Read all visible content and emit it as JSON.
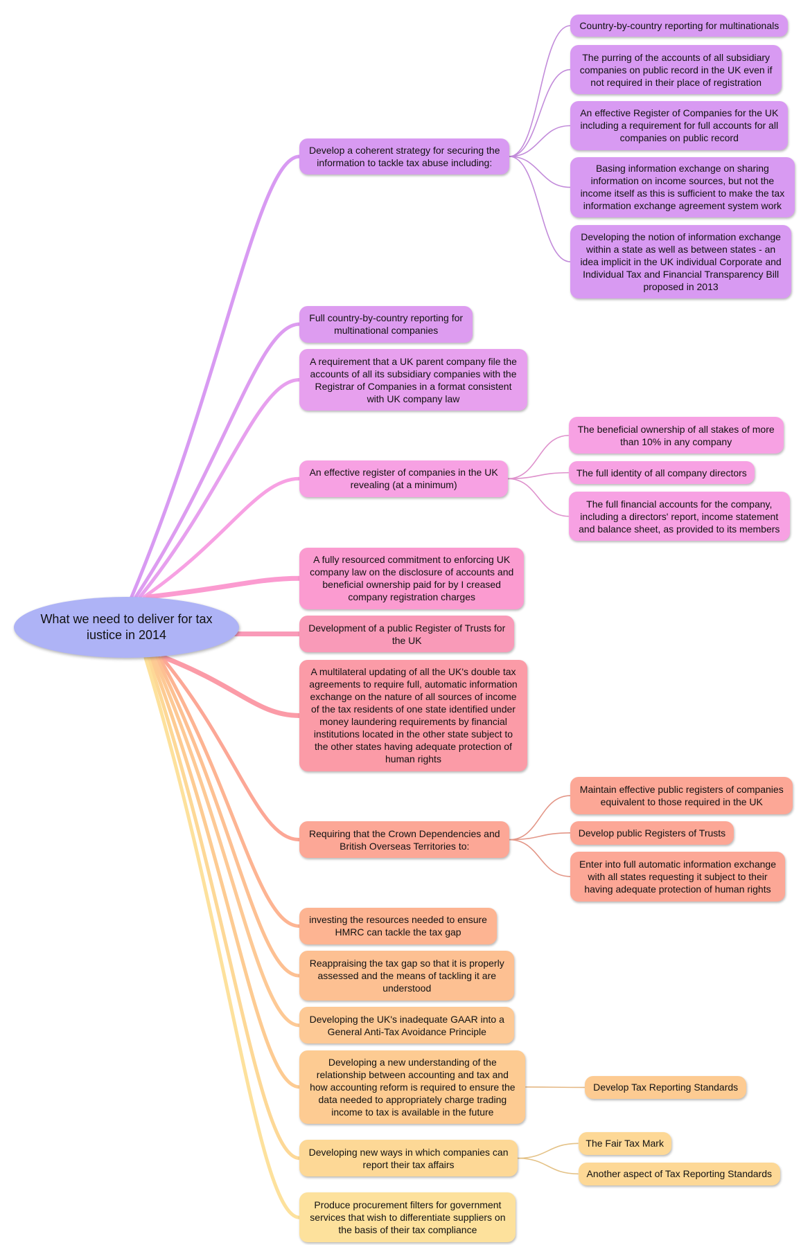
{
  "root": {
    "label": "What we need to deliver for tax\niustice in 2014",
    "color": "#aeb3f6"
  },
  "branches": [
    {
      "label": "Develop a coherent strategy for securing the\ninformation to tackle tax abuse including:",
      "color": "#d89af2",
      "children": [
        {
          "label": "Country-by-country reporting for multinationals"
        },
        {
          "label": "The purring of the accounts of all subsidiary\ncompanies on public record in the UK even if\nnot required in their place of registration"
        },
        {
          "label": "An effective Register of Companies for the UK\nincluding a requirement for full accounts for all\ncompanies on public record"
        },
        {
          "label": "Basing information exchange on sharing\ninformation on income sources, but not the\nincome itself as this is sufficient to make the tax\ninformation exchange agreement system work"
        },
        {
          "label": "Developing the notion of information exchange\nwithin a state as well as between states - an\nidea implicit in the UK individual Corporate and\nIndividual Tax and Financial Transparency Bill\nproposed in 2013"
        }
      ]
    },
    {
      "label": "Full country-by-country reporting for\nmultinational companies",
      "color": "#dd9cf0",
      "children": []
    },
    {
      "label": "A requirement that a UK parent company file the\naccounts of all its subsidiary companies with the\nRegistrar of Companies in a format consistent\nwith UK company law",
      "color": "#e7a0ee",
      "children": []
    },
    {
      "label": "An effective register of companies in the UK\nrevealing (at a minimum)",
      "color": "#f7a1e3",
      "children": [
        {
          "label": "The beneficial ownership of all stakes of more\nthan 10% in any company"
        },
        {
          "label": "The full identity of all company directors"
        },
        {
          "label": "The full financial accounts for the company,\nincluding a directors' report, income statement\nand balance sheet, as provided to its members"
        }
      ]
    },
    {
      "label": "A fully resourced commitment to enforcing UK\ncompany law on the disclosure of accounts and\nbeneficial ownership paid for by I creased\ncompany registration charges",
      "color": "#fb9bd0",
      "children": []
    },
    {
      "label": "Development of a public Register of Trusts for\nthe UK",
      "color": "#f99ab8",
      "children": []
    },
    {
      "label": "A multilateral updating of all the UK's double tax\nagreements to require full, automatic information\nexchange on the nature of all sources of income\nof  the tax residents of one state identified under\nmoney laundering requirements by financial\ninstitutions located in the other state subject to\nthe other states having adequate protection of\nhuman rights",
      "color": "#fb9ba7",
      "children": []
    },
    {
      "label": "Requiring that the Crown Dependencies and\nBritish Overseas Territories to:",
      "color": "#fca796",
      "children": [
        {
          "label": "Maintain effective public registers of companies\nequivalent to those required in the UK"
        },
        {
          "label": "Develop public Registers of Trusts"
        },
        {
          "label": "Enter into full automatic information exchange\nwith all states requesting it subject to their\nhaving adequate protection of human rights"
        }
      ]
    },
    {
      "label": "investing the resources needed to ensure\nHMRC can tackle the tax gap",
      "color": "#fdb492",
      "children": []
    },
    {
      "label": "Reappraising the tax gap so that it is properly\nassessed and the means of tackling it are\nunderstood",
      "color": "#fdc092",
      "children": []
    },
    {
      "label": "Developing the UK's inadequate GAAR into a\nGeneral Anti-Tax Avoidance Principle",
      "color": "#fdc995",
      "children": []
    },
    {
      "label": "Developing a new understanding of the\nrelationship between accounting and tax and\nhow accounting reform is required to ensure the\ndata needed to appropriately charge trading\nincome to tax is available in the future",
      "color": "#fdcb92",
      "children": [
        {
          "label": "Develop Tax Reporting Standards"
        }
      ]
    },
    {
      "label": "Developing new ways in which companies can\nreport their tax affairs",
      "color": "#fdd896",
      "children": [
        {
          "label": "The Fair Tax Mark"
        },
        {
          "label": "Another aspect of Tax Reporting Standards"
        }
      ]
    },
    {
      "label": "Produce procurement filters for government\nservices that wish to differentiate suppliers on\nthe basis of their tax compliance",
      "color": "#fde19c",
      "children": []
    }
  ]
}
